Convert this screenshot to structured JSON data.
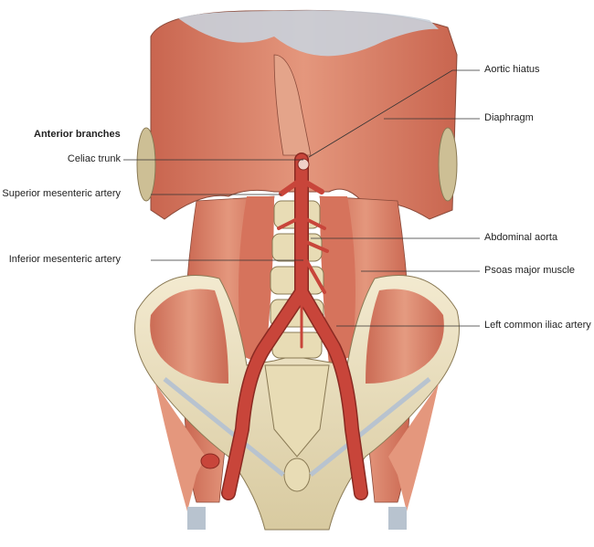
{
  "heading": "Anterior branches",
  "labels_left": [
    "Celiac trunk",
    "Superior mesenteric artery",
    "Inferior mesenteric artery"
  ],
  "labels_right": [
    "Aortic hiatus",
    "Diaphragm",
    "Abdominal aorta",
    "Psoas major muscle",
    "Left common iliac artery"
  ],
  "colors": {
    "muscle": "#d9826a",
    "muscle_dark": "#b85a45",
    "artery": "#c8453a",
    "bone": "#ede3bf",
    "tendon": "#c9d2dc",
    "leader": "#333333"
  }
}
